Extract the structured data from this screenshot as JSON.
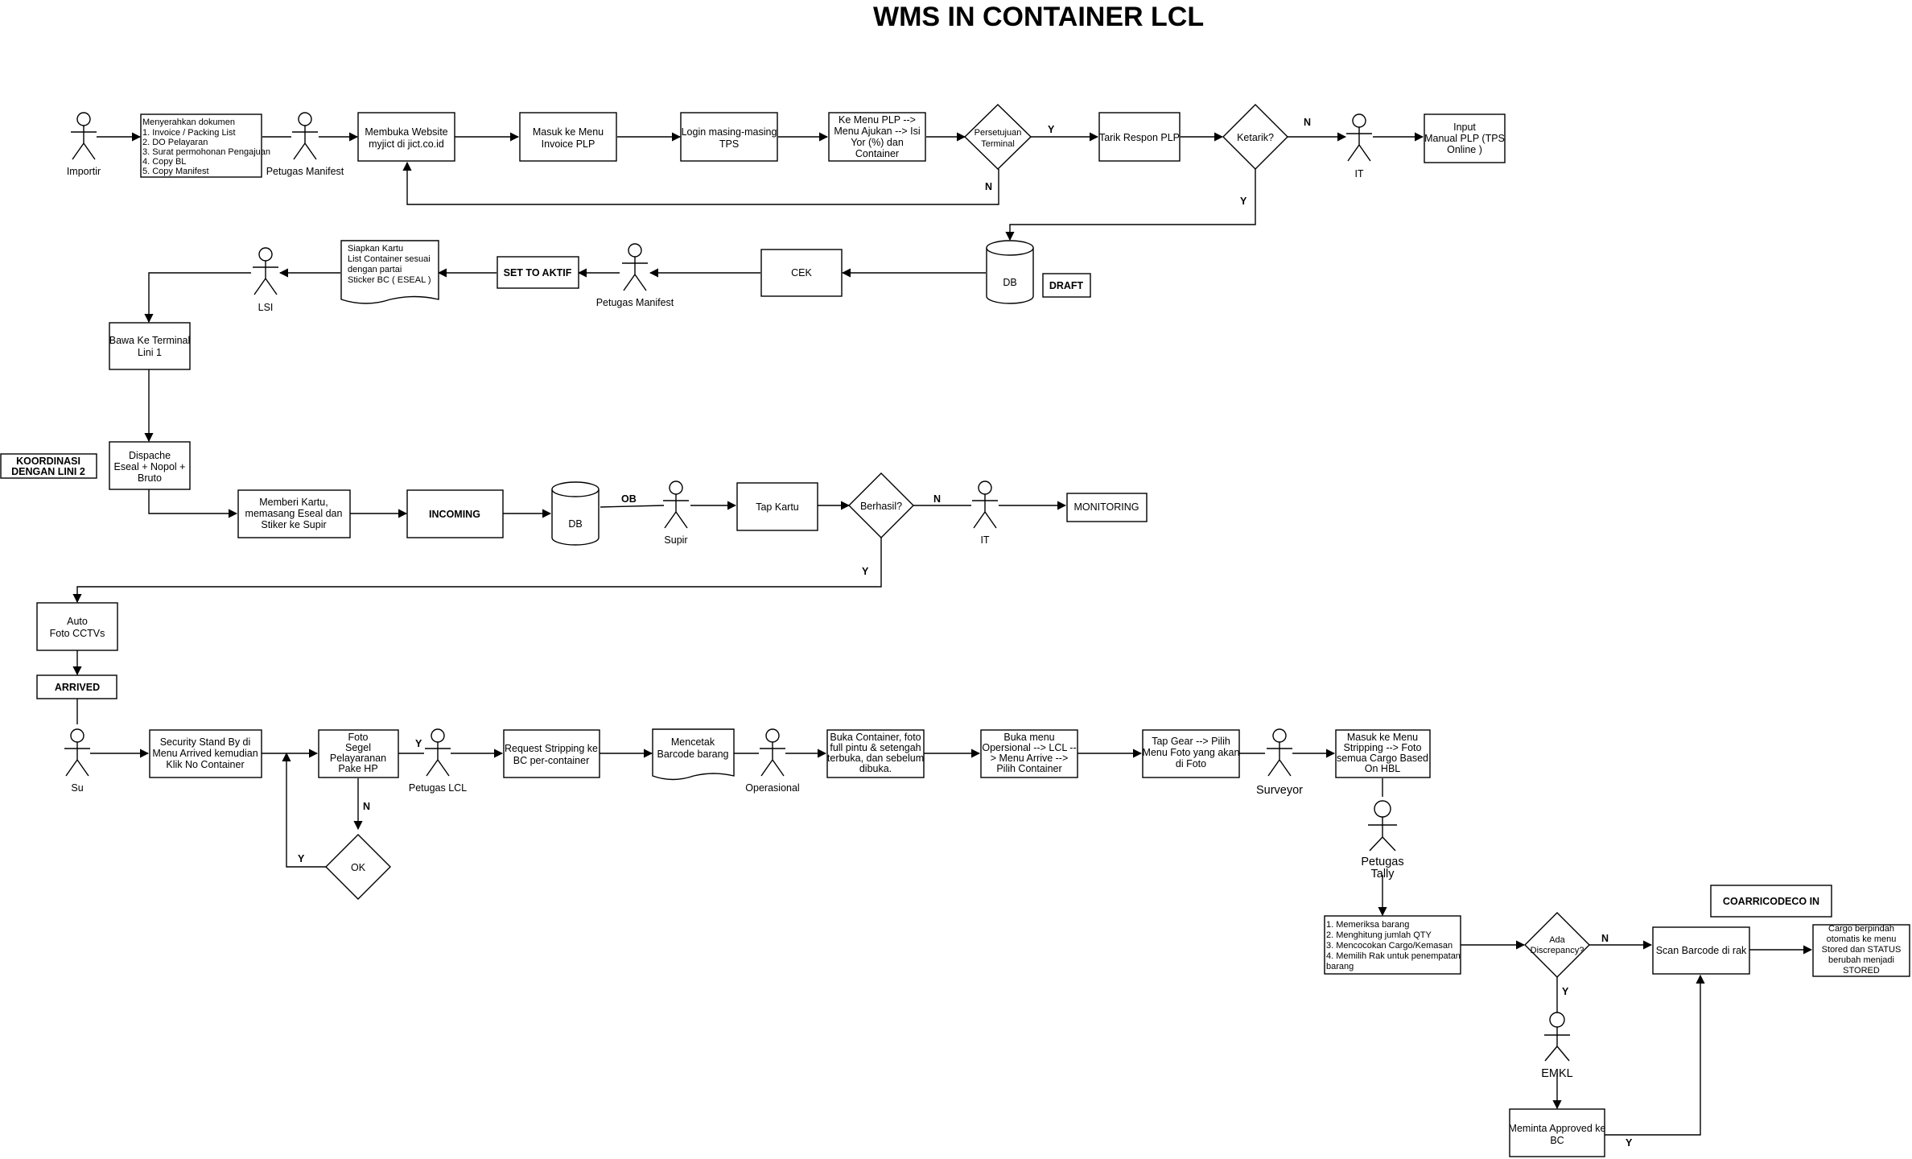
{
  "title": "WMS IN  CONTAINER LCL",
  "actors": {
    "importir": "Importir",
    "petugas_manifest_1": "Petugas Manifest",
    "it_1": "IT",
    "petugas_manifest_2": "Petugas Manifest",
    "lsi": "LSI",
    "supir": "Supir",
    "it_2": "IT",
    "su": "Su",
    "petugas_lcl": "Petugas LCL",
    "operasional": "Operasional",
    "surveyor": "Surveyor",
    "petugas_tally_1": "Petugas",
    "petugas_tally_2": "Tally",
    "emkl": "EMKL"
  },
  "docs": {
    "doc_list": [
      "Menyerahkan dokumen",
      "1. Invoice / Packing List",
      "2. DO Pelayaran",
      "3. Surat permohonan Pengajuan",
      "4. Copy BL",
      "5. Copy Manifest"
    ],
    "siapkan": [
      "Siapkan Kartu",
      "List Container sesuai",
      "dengan partai",
      "Sticker BC ( ESEAL )"
    ],
    "mencetak": [
      "Mencetak",
      "Barcode barang"
    ]
  },
  "process": {
    "membuka_website": [
      "Membuka Website",
      "myjict di jict.co.id"
    ],
    "masuk_menu": [
      "Masuk ke Menu",
      "Invoice PLP"
    ],
    "login": [
      "Login masing-masing",
      "TPS"
    ],
    "ke_menu_plp": [
      "Ke Menu PLP -->",
      "Menu Ajukan --> Isi",
      "Yor (%) dan",
      "Container"
    ],
    "tarik_respon": [
      "Tarik Respon PLP"
    ],
    "input_manual": [
      "Input",
      "Manual PLP (TPS",
      "Online )"
    ],
    "cek": [
      "CEK"
    ],
    "bawa_terminal": [
      "Bawa Ke Terminal",
      "Lini 1"
    ],
    "dispache": [
      "Dispache",
      "Eseal + Nopol +",
      "Bruto"
    ],
    "memberi_kartu": [
      "Memberi Kartu,",
      "memasang Eseal dan",
      "Stiker ke Supir"
    ],
    "tap_kartu": [
      "Tap Kartu"
    ],
    "auto_foto": [
      "Auto",
      "Foto CCTVs"
    ],
    "security": [
      "Security Stand By di",
      "Menu Arrived kemudian",
      "Klik No Container"
    ],
    "foto_segel": [
      "Foto",
      "Segel",
      "Pelayaranan",
      "Pake HP"
    ],
    "request_stripping": [
      "Request Stripping ke",
      "BC per-container"
    ],
    "buka_container": [
      "Buka Container, foto",
      "full pintu & setengah",
      "terbuka, dan sebelum",
      "dibuka."
    ],
    "buka_menu": [
      "Buka menu",
      "Opersional --> LCL --",
      "> Menu Arrive -->",
      "Pilih Container"
    ],
    "tap_gear": [
      "Tap Gear -->  Pilih",
      "Menu Foto yang akan",
      "di Foto"
    ],
    "masuk_stripping": [
      "Masuk ke Menu",
      "Stripping --> Foto",
      "semua Cargo Based",
      "On HBL"
    ],
    "memeriksa": [
      "1. Memeriksa barang",
      "2. Menghitung jumlah  QTY",
      "3. Mencocokan Cargo/Kemasan",
      "4. Memilih Rak untuk penempatan",
      "barang"
    ],
    "scan_barcode": [
      "Scan Barcode di rak"
    ],
    "cargo_pindah": [
      "Cargo berpindah",
      "otomatis ke menu",
      "Stored dan STATUS",
      "berubah menjadi",
      "STORED"
    ],
    "meminta_approved": [
      "Meminta Approved ke",
      "BC"
    ]
  },
  "decisions": {
    "persetujuan": [
      "Persetujuan",
      "Terminal"
    ],
    "ketarik": [
      "Ketarik?"
    ],
    "berhasil": [
      "Berhasil?"
    ],
    "ok": [
      "OK"
    ],
    "discrepancy": [
      "Ada",
      "Discrepancy?"
    ]
  },
  "status": {
    "set_to_aktif": "SET TO AKTIF",
    "draft": "DRAFT",
    "koordinasi": [
      "KOORDINASI",
      "DENGAN LINI 2"
    ],
    "incoming": "INCOMING",
    "monitoring": "MONITORING",
    "arrived": "ARRIVED",
    "coarricodeco": "COARRICODECO IN"
  },
  "databases": {
    "db_1": "DB",
    "db_2": "DB"
  },
  "edge_labels": {
    "persetujuan_y": "Y",
    "persetujuan_n": "N",
    "ketarik_n": "N",
    "ketarik_y": "Y",
    "ob": "OB",
    "berhasil_n": "N",
    "berhasil_y": "Y",
    "foto_y": "Y",
    "foto_n": "N",
    "ok_y": "Y",
    "discrepancy_n": "N",
    "discrepancy_y": "Y",
    "approved_y": "Y"
  }
}
